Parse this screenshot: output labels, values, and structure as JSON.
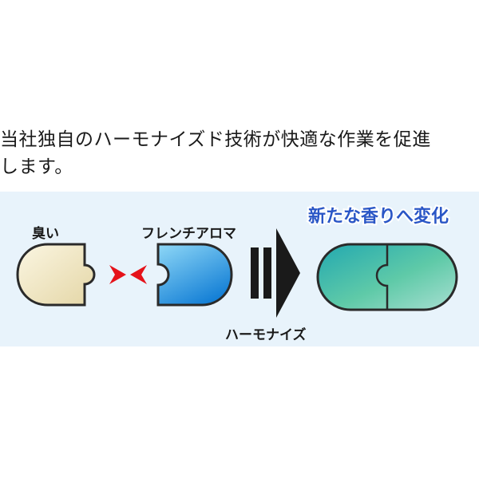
{
  "intro": {
    "line1": "当社独自のハーモナイズド技術が快適な作業を促進",
    "line2": "します。"
  },
  "diagram": {
    "odor_label": "臭い",
    "aroma_label": "フレンチアロマ",
    "process_label": "ハーモナイズ",
    "result_title": "新たな香りへ変化"
  },
  "colors": {
    "panel_background": "#e8f3fb",
    "odor_piece": "#efe6c4",
    "aroma_piece": "#2f9ee0",
    "clash_arrows": "#e5121a",
    "result_capsule": "#3fbfb1",
    "result_title": "#2a56c6"
  },
  "icons": {
    "odor": "odor-puzzle-piece-icon",
    "aroma": "aroma-puzzle-piece-icon",
    "clash": "clash-arrows-icon",
    "process": "process-arrow-icon",
    "result": "combined-capsule-icon"
  }
}
